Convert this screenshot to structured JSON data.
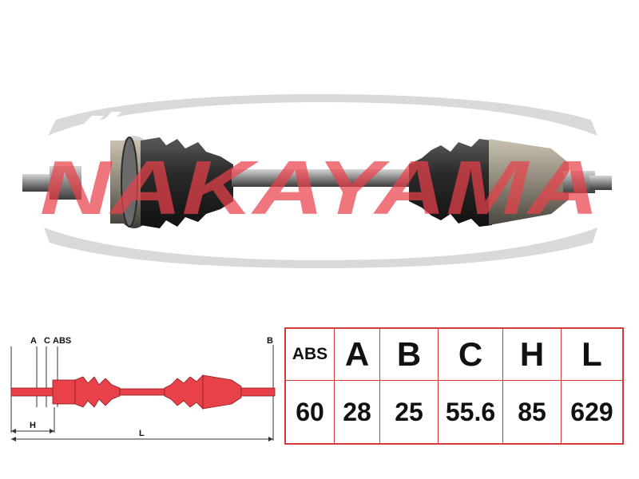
{
  "watermark": {
    "brand_text": "NAKAYAMA"
  },
  "schematic": {
    "labels": {
      "a": "A",
      "c": "C",
      "abs": "ABS",
      "b": "B",
      "h": "H",
      "l": "L"
    }
  },
  "spec_table": {
    "headers": [
      "ABS",
      "A",
      "B",
      "C",
      "H",
      "L"
    ],
    "values": [
      "60",
      "28",
      "25",
      "55.6",
      "85",
      "629"
    ]
  },
  "colors": {
    "accent": "#d43a3a",
    "watermark": "#e8414a",
    "metal": "#8a8a8a"
  }
}
